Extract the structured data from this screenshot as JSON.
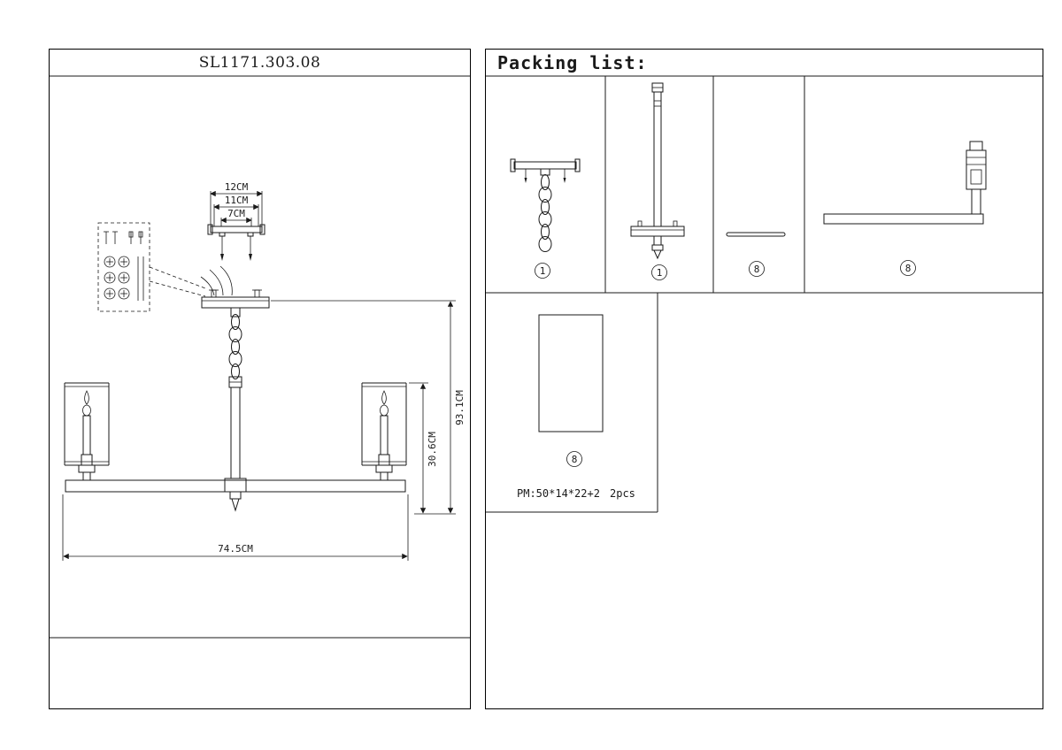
{
  "ink": "#1a1a1a",
  "left_panel": {
    "title": "SL1171.303.08",
    "dimensions": {
      "mount_width_outer": "12CM",
      "mount_width_mid": "11CM",
      "mount_width_inner": "7CM",
      "total_height": "93.1CM",
      "lamp_height": "30.6CM",
      "total_width": "74.5CM"
    }
  },
  "right_panel": {
    "title": "Packing list:",
    "cells": [
      {
        "part": "ceiling-bracket-with-chain",
        "num": "1"
      },
      {
        "part": "rod-with-canopy",
        "num": "1"
      },
      {
        "part": "connector-pin",
        "num": "8"
      },
      {
        "part": "arm-with-socket",
        "num": "8"
      }
    ],
    "bottom_cell": {
      "part": "glass-shade",
      "num": "8",
      "spec": "PM:50*14*22+2",
      "qty": "2pcs"
    }
  }
}
